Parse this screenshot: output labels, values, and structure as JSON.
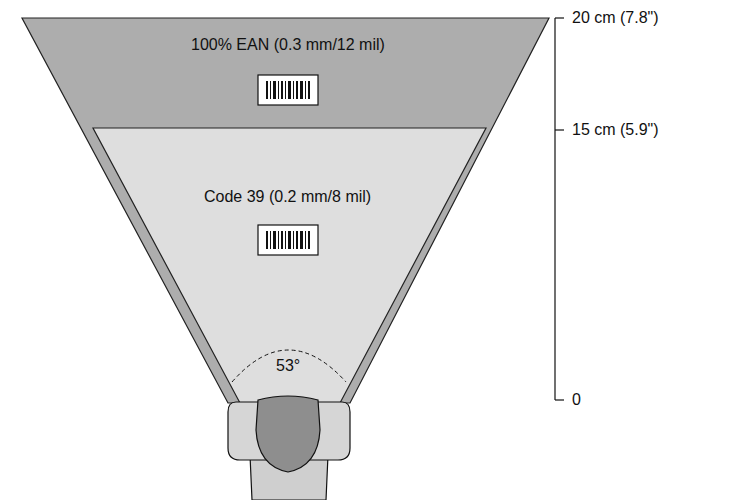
{
  "diagram": {
    "nodes": [
      {
        "text": [
          "100% EAN (0.3 mm/12 mil)"
        ]
      },
      {
        "text": [
          "Code 39 (0.2 mm/8 mil)"
        ],
        "in": 0
      }
    ],
    "labels": [
      "53°",
      "20 cm (7.8\")",
      "15 cm (5.9\")",
      "0"
    ]
  }
}
